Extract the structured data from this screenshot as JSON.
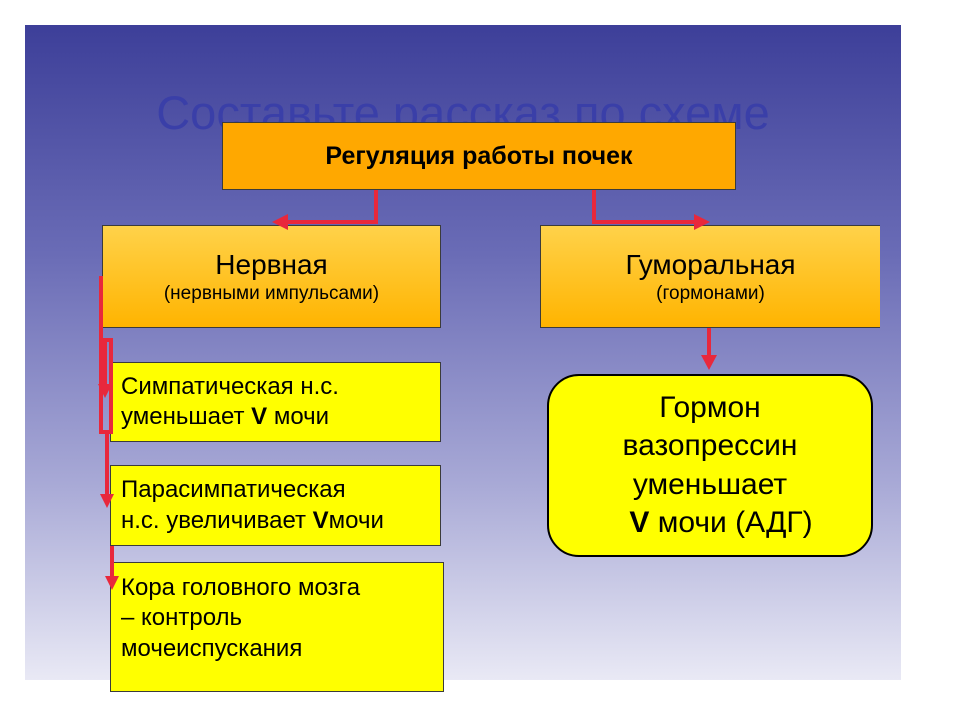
{
  "title": "Составьте рассказ по схеме",
  "root": {
    "label": "Регуляция работы почек"
  },
  "nervous": {
    "label": "Нервная",
    "sub": "(нервными импульсами)"
  },
  "humoral": {
    "label": "Гуморальная",
    "sub": "(гормонами)"
  },
  "sympathetic": {
    "line1": "Симпатическая н.с.",
    "line2_pre": "уменьшает ",
    "line2_v": "V",
    "line2_post": " мочи"
  },
  "parasympathetic": {
    "line1": "Парасимпатическая",
    "line2_pre": "н.с. увеличивает ",
    "line2_v": "V",
    "line2_post": "мочи"
  },
  "cortex": {
    "line1": "Кора головного мозга",
    "line2": "– контроль",
    "line3": "мочеиспускания"
  },
  "hormone": {
    "line1": "Гормон",
    "line2": "вазопрессин",
    "line3": "уменьшает",
    "line4_v": "V",
    "line4_post": " мочи (АДГ)"
  },
  "colors": {
    "arrow": "#e8283c",
    "root_fill": "#ffa800",
    "category_fill": "#ffc21a",
    "item_fill": "#ffff00",
    "title": "#3a3fa8"
  }
}
